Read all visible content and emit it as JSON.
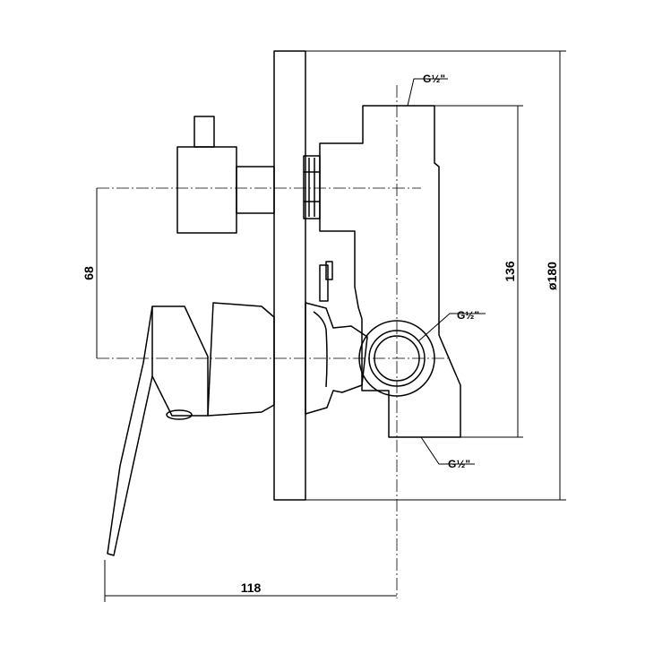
{
  "dimensions": {
    "width_overall": "118",
    "height_axis_spacing": "68",
    "height_body": "136",
    "diameter_plate": "ø180"
  },
  "callouts": {
    "top_connection": "G½\"",
    "side_connection": "G½\"",
    "bottom_connection": "G½\""
  }
}
